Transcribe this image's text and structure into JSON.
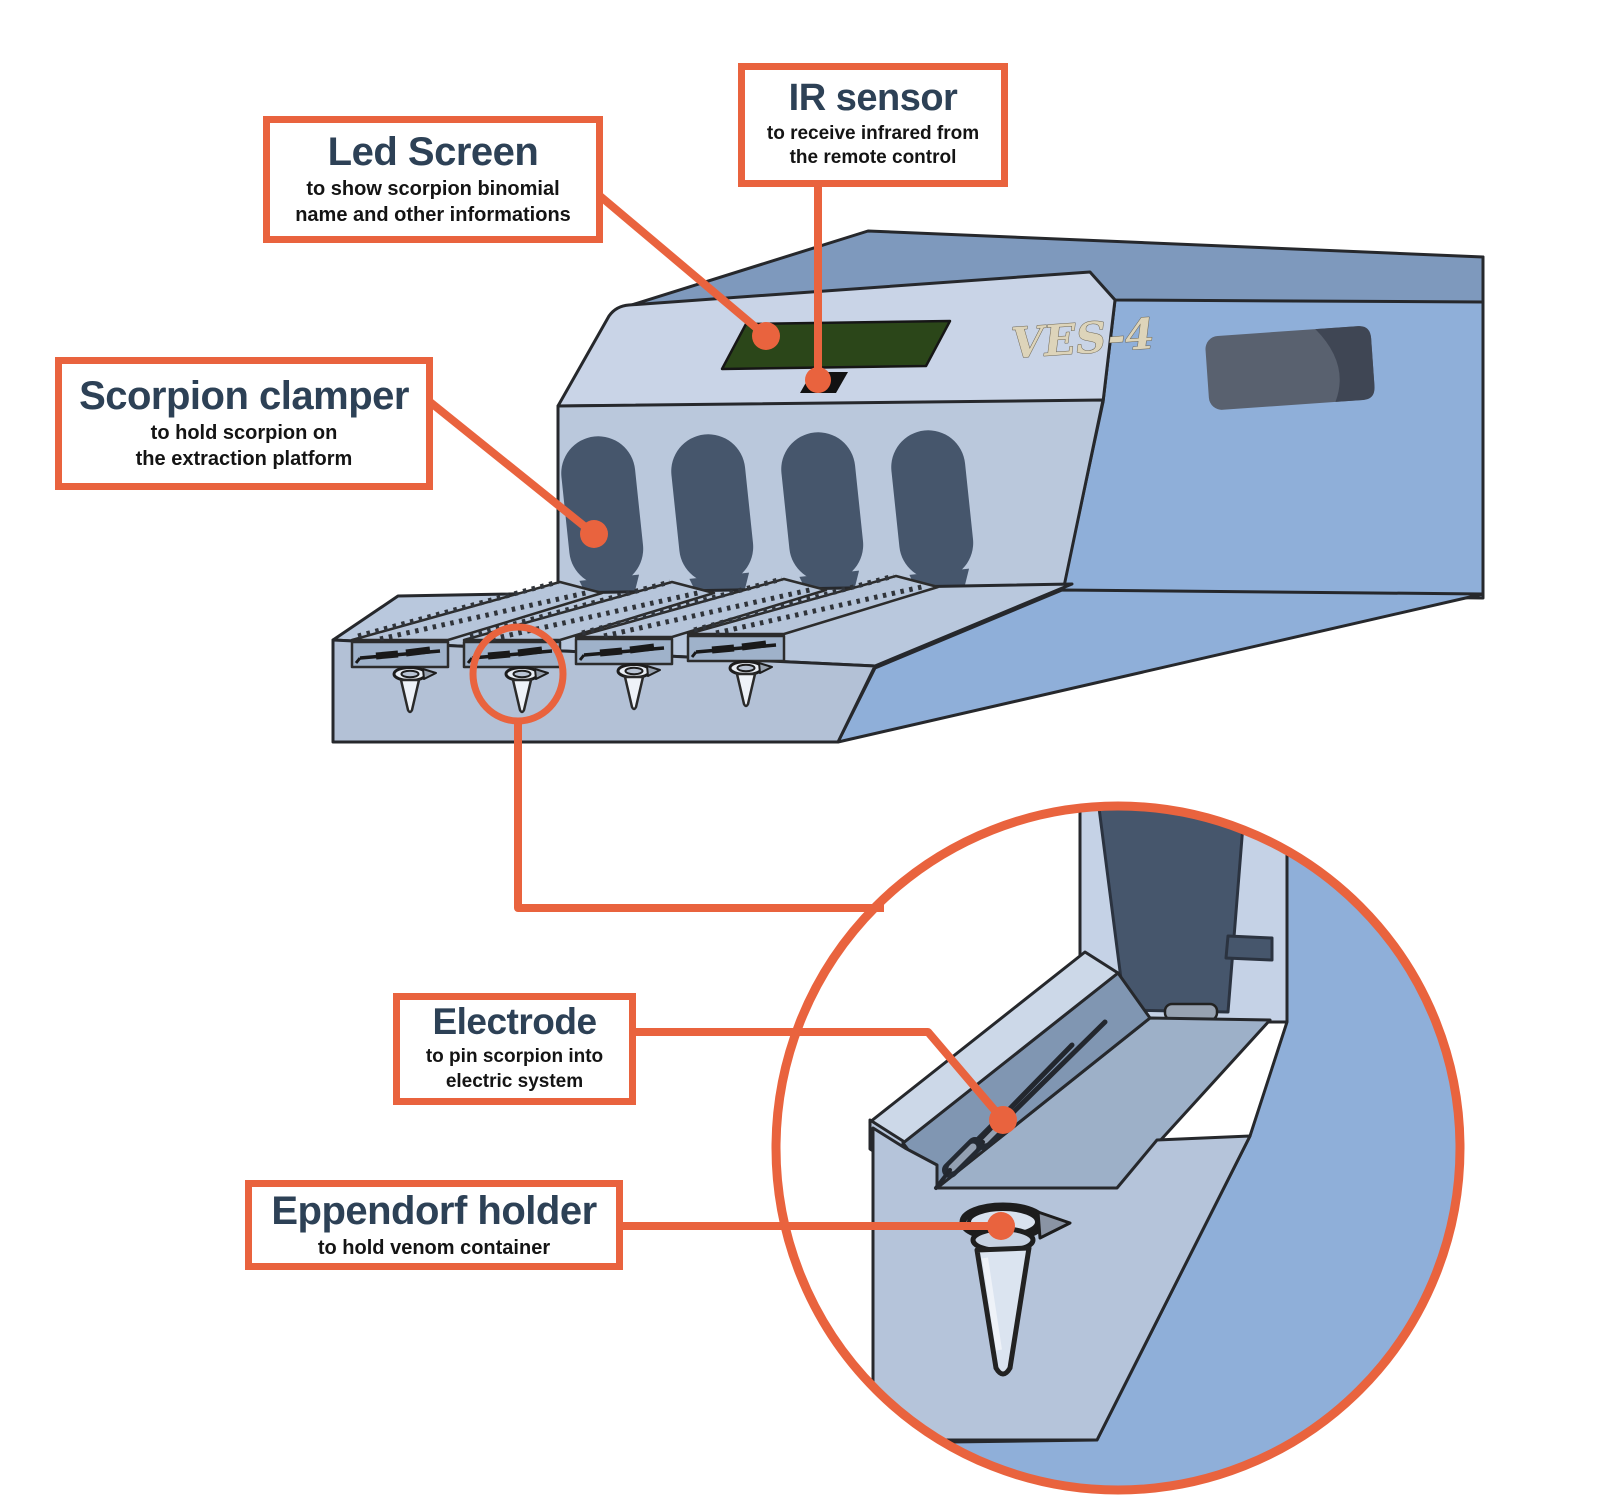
{
  "device": {
    "name": "VES-4"
  },
  "callouts": {
    "led_screen": {
      "title": "Led Screen",
      "description": "to show scorpion binomial\nname and other informations"
    },
    "ir_sensor": {
      "title": "IR sensor",
      "description": "to receive infrared from\nthe remote control"
    },
    "scorpion_clamper": {
      "title": "Scorpion clamper",
      "description": "to hold scorpion on\nthe extraction platform"
    },
    "electrode": {
      "title": "Electrode",
      "description": "to pin scorpion into\nelectric system"
    },
    "eppendorf_holder": {
      "title": "Eppendorf holder",
      "description": "to hold venom container"
    }
  },
  "colors": {
    "accent_orange": "#e9633e",
    "title_navy": "#2d4156",
    "body_text": "#141414",
    "machine_side": "#8fafd9",
    "machine_front": "#bac8dc",
    "machine_panel": "#c9d4e7",
    "machine_top_band": "#7e99bd",
    "clamper_dark": "#46566c",
    "screen_green": "#2b4619",
    "logo_cream": "#ddd4ba"
  }
}
